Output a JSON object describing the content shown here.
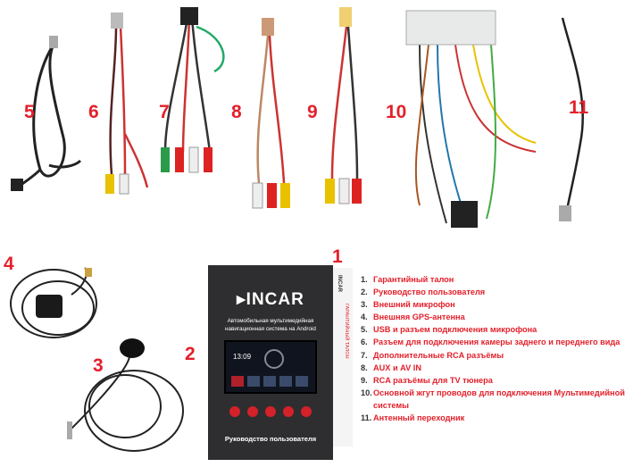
{
  "labels": [
    "1",
    "2",
    "3",
    "4",
    "5",
    "6",
    "7",
    "8",
    "9",
    "10",
    "11"
  ],
  "list": [
    {
      "n": "1.",
      "text": "Гарантийный талон"
    },
    {
      "n": "2.",
      "text": "Руководство пользователя"
    },
    {
      "n": "3.",
      "text": "Внешний микрофон"
    },
    {
      "n": "4.",
      "text": "Внешняя GPS-антенна"
    },
    {
      "n": "5.",
      "text": "USB и разъем подключения микрофона"
    },
    {
      "n": "6.",
      "text": "Разъем для подключения камеры заднего и переднего вида"
    },
    {
      "n": "7.",
      "text": "Дополнительные RCA разъёмы"
    },
    {
      "n": "8.",
      "text": "AUX и AV IN"
    },
    {
      "n": "9.",
      "text": "RCA разъёмы для TV тюнера"
    },
    {
      "n": "10.",
      "text": "Основной жгут проводов для подключения Мультимедийной системы"
    },
    {
      "n": "11.",
      "text": "Антенный переходник"
    }
  ],
  "booklet": {
    "logo": "▸INCAR",
    "subtitle": "Автомобильная мультимедийная навигационная система на Android",
    "screen_time": "13:09",
    "title": "Руководство пользователя"
  },
  "card": {
    "logo": "INCAR",
    "text": "ГАРАНТИЙНЫЙ ТАЛОН"
  },
  "colors": {
    "accent": "#e3202b"
  }
}
